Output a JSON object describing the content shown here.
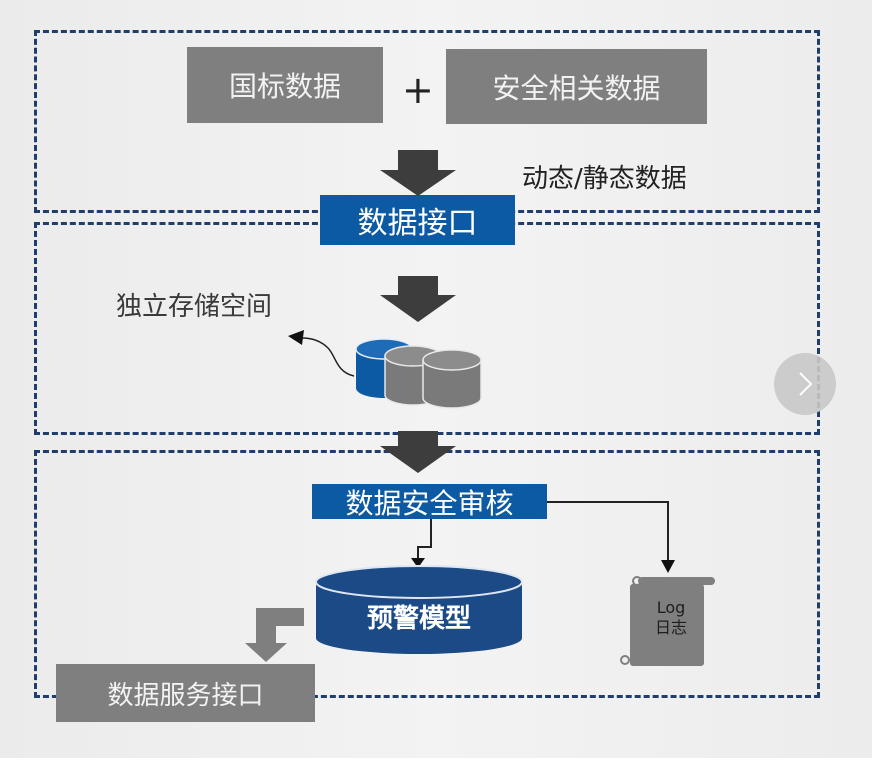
{
  "diagram": {
    "sources": {
      "left_box": "国标数据",
      "plus_sign": "+",
      "right_box": "安全相关数据",
      "caption": "动态/静态数据"
    },
    "data_interface": "数据接口",
    "storage": {
      "caption": "独立存储空间",
      "cylinders": [
        "blue",
        "gray",
        "gray"
      ]
    },
    "audit": "数据安全审核",
    "warning_model": "预警模型",
    "log": {
      "line1": "Log",
      "line2": "日志"
    },
    "service_interface": "数据服务接口"
  },
  "navigation": {
    "next_icon": "chevron-right-icon"
  },
  "colors": {
    "primary_blue": "#0b5aa3",
    "dark_blue": "#1b4a86",
    "dash_border": "#1f3e6e",
    "gray_box": "#7f7f7f",
    "arrow_dark": "#3d3d3d"
  }
}
